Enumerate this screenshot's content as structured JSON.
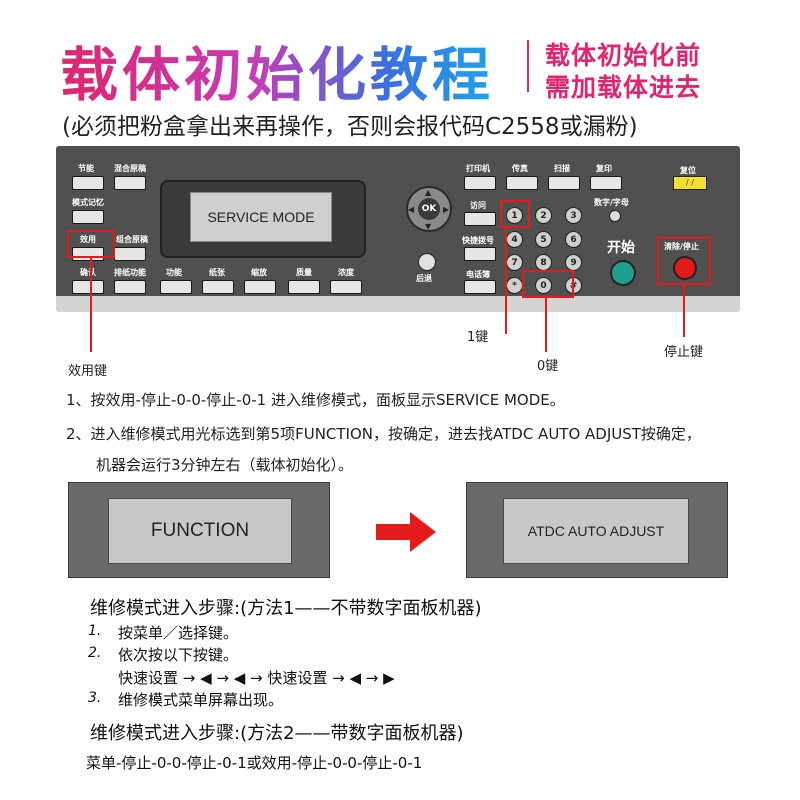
{
  "header": {
    "title": "载体初始化教程",
    "side_note_line1": "载体初始化前",
    "side_note_line2": "需加载体进去",
    "warning": "(必须把粉盒拿出来再操作，否则会报代码C2558或漏粉)"
  },
  "panel": {
    "lcd_text": "SERVICE MODE",
    "left_labels": [
      "节能",
      "混合原稿",
      "模式记忆",
      "效用",
      "组合原稿"
    ],
    "bottom_labels": [
      "确认",
      "排纸功能",
      "功能",
      "纸张",
      "缩放",
      "质量",
      "浓度"
    ],
    "top_labels": [
      "打印机",
      "传真",
      "扫描",
      "复印"
    ],
    "reset_label": "复位",
    "reset_glyph": "/ /",
    "right_labels": [
      "访问",
      "快捷拨号",
      "电话簿"
    ],
    "back_label": "后退",
    "alpha_label": "数字/字母",
    "start_label": "开始",
    "stop_label": "清除/停止",
    "ok_label": "OK",
    "keys": [
      "1",
      "2",
      "3",
      "4",
      "5",
      "6",
      "7",
      "8",
      "9",
      "*",
      "0",
      "#"
    ]
  },
  "callouts": {
    "key1": "1键",
    "key0": "0键",
    "stop": "停止键",
    "utility": "效用键"
  },
  "steps": {
    "step1": "1、按效用-停止-0-0-停止-0-1 进入维修模式，面板显示SERVICE MODE。",
    "step2a": "2、进入维修模式用光标选到第5项FUNCTION，按确定，进去找ATDC AUTO ADJUST按确定，",
    "step2b": "机器会运行3分钟左右（载体初始化）。"
  },
  "screens": {
    "left": "FUNCTION",
    "right": "ATDC AUTO ADJUST"
  },
  "method1": {
    "title": "维修模式进入步骤:(方法1——不带数字面板机器)",
    "items": [
      {
        "num": "1.",
        "text": "按菜单／选择键。"
      },
      {
        "num": "2.",
        "text": "依次按以下按键。"
      },
      {
        "num": "",
        "text": "快速设置 → ◀ → ◀ → 快速设置 → ◀ → ▶"
      },
      {
        "num": "3.",
        "text": "维修模式菜单屏幕出现。"
      }
    ]
  },
  "method2": {
    "title": "维修模式进入步骤:(方法2——带数字面板机器)",
    "sequence": "菜单-停止-0-0-停止-0-1或效用-停止-0-0-停止-0-1"
  },
  "colors": {
    "accent_pink": "#e0256f",
    "highlight_red": "#e31b1b",
    "start_green": "#1e9e8e",
    "panel_dark": "#505050"
  }
}
